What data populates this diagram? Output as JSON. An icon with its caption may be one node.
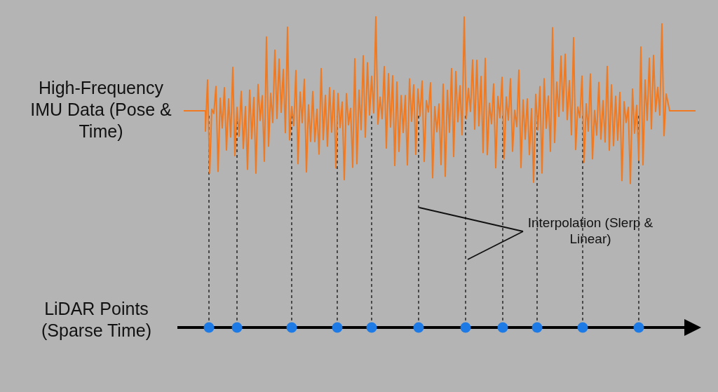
{
  "diagram": {
    "nodes": [
      {
        "text": [],
        "shape": "picture",
        "beside": [
          "High-Frequency IMU Data (Pose & Time)"
        ]
      },
      {
        "text": [
          "Interpolation (Slerp & Linear)"
        ]
      },
      {
        "text": [],
        "shape": "circle"
      },
      {
        "text": [],
        "shape": "circle"
      },
      {
        "text": [],
        "shape": "circle"
      },
      {
        "text": [],
        "shape": "circle"
      },
      {
        "text": [],
        "shape": "circle"
      },
      {
        "text": [],
        "shape": "circle"
      },
      {
        "text": [],
        "shape": "circle"
      },
      {
        "text": [],
        "shape": "circle"
      },
      {
        "text": [],
        "shape": "circle"
      },
      {
        "text": [],
        "shape": "circle"
      },
      {
        "text": [],
        "shape": "circle"
      }
    ],
    "edges": [
      {
        "from": 0,
        "to": 2,
        "arrow": "none",
        "style": "dashed"
      },
      {
        "from": 0,
        "to": 3,
        "arrow": "none",
        "style": "dashed"
      },
      {
        "from": 0,
        "to": 4,
        "arrow": "none",
        "style": "dashed"
      },
      {
        "from": 0,
        "to": 5,
        "arrow": "none",
        "style": "dashed"
      },
      {
        "from": 0,
        "to": 6,
        "arrow": "none",
        "style": "dashed"
      },
      {
        "from": 0,
        "to": 7,
        "arrow": "none",
        "style": "dashed"
      },
      {
        "from": 0,
        "to": 8,
        "arrow": "none",
        "style": "dashed"
      },
      {
        "from": 0,
        "to": 9,
        "arrow": "none",
        "style": "dashed"
      },
      {
        "from": 0,
        "to": 10,
        "arrow": "none",
        "style": "dashed"
      },
      {
        "from": 0,
        "to": 11,
        "arrow": "none",
        "style": "dashed"
      },
      {
        "from": 0,
        "to": 12,
        "arrow": "none",
        "style": "dashed"
      },
      {
        "from": 1,
        "to": null,
        "arrow": "none"
      },
      {
        "from": 1,
        "to": null,
        "arrow": "none"
      }
    ],
    "labels": [
      "LiDAR Points (Sparse Time)"
    ]
  }
}
